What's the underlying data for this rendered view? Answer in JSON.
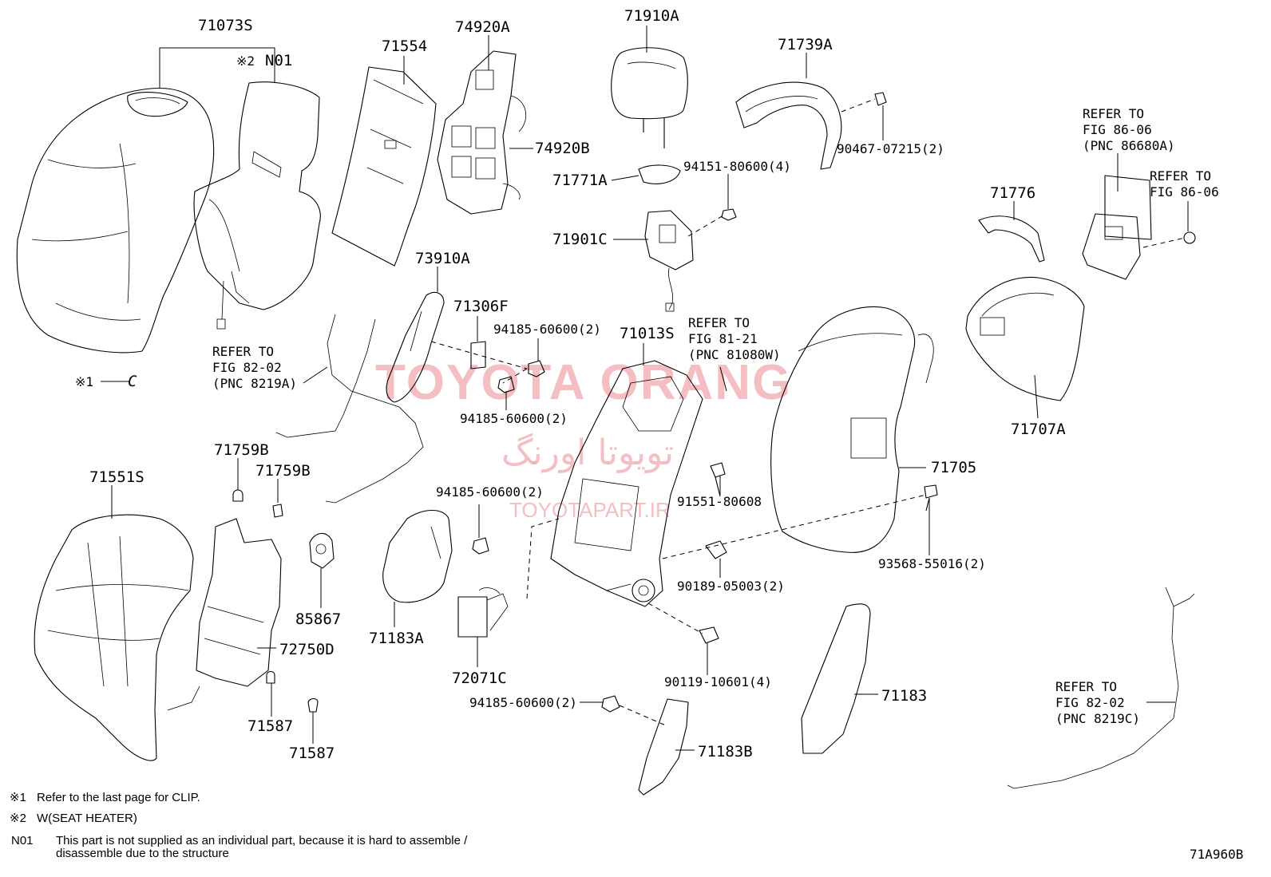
{
  "parts": {
    "p71073S": "71073S",
    "pN01": "N01",
    "pN01mark": "※2",
    "p71554": "71554",
    "p74920A": "74920A",
    "p74920B": "74920B",
    "p71910A": "71910A",
    "p71771A": "71771A",
    "p94151": "94151-80600(4)",
    "p71901C": "71901C",
    "p71739A": "71739A",
    "p90467": "90467-07215(2)",
    "p71776": "71776",
    "p71707A": "71707A",
    "p73910A": "73910A",
    "p71306F": "71306F",
    "p94185a": "94185-60600(2)",
    "p94185b": "94185-60600(2)",
    "p94185c": "94185-60600(2)",
    "p94185d": "94185-60600(2)",
    "p71013S": "71013S",
    "p71705": "71705",
    "p91551": "91551-80608",
    "p93568": "93568-55016(2)",
    "p90189": "90189-05003(2)",
    "p90119": "90119-10601(4)",
    "p71759B1": "71759B",
    "p71759B2": "71759B",
    "p71551S": "71551S",
    "p85867": "85867",
    "p72750D": "72750D",
    "p71183A": "71183A",
    "p72071C": "72071C",
    "p71587a": "71587",
    "p71587b": "71587",
    "p71183": "71183",
    "p71183B": "71183B",
    "clipMark": "※1",
    "clipSymbol": "C"
  },
  "refs": {
    "ref8202a": [
      "REFER TO",
      "FIG 82-02",
      "(PNC 8219A)"
    ],
    "ref8121": [
      "REFER TO",
      "FIG 81-21",
      "(PNC 81080W)"
    ],
    "ref8606a": [
      "REFER TO",
      "FIG 86-06",
      "(PNC 86680A)"
    ],
    "ref8606b": [
      "REFER TO",
      "FIG 86-06"
    ],
    "ref8202c": [
      "REFER TO",
      "FIG 82-02",
      "(PNC 8219C)"
    ]
  },
  "notes": {
    "n1mark": "※1",
    "n1text": "Refer to the last page for CLIP.",
    "n2mark": "※2",
    "n2text": "W(SEAT HEATER)",
    "n3mark": "N01",
    "n3line1": "This part is not supplied as an individual part, because it is hard to assemble /",
    "n3line2": "disassemble due to the structure"
  },
  "figure_code": "71A960B",
  "watermark": {
    "brand": "TOYOTA ORANG",
    "persian": "تویوتا اورنگ",
    "url": "TOYOTAPART.IR",
    "color": "#f0a8ad"
  }
}
